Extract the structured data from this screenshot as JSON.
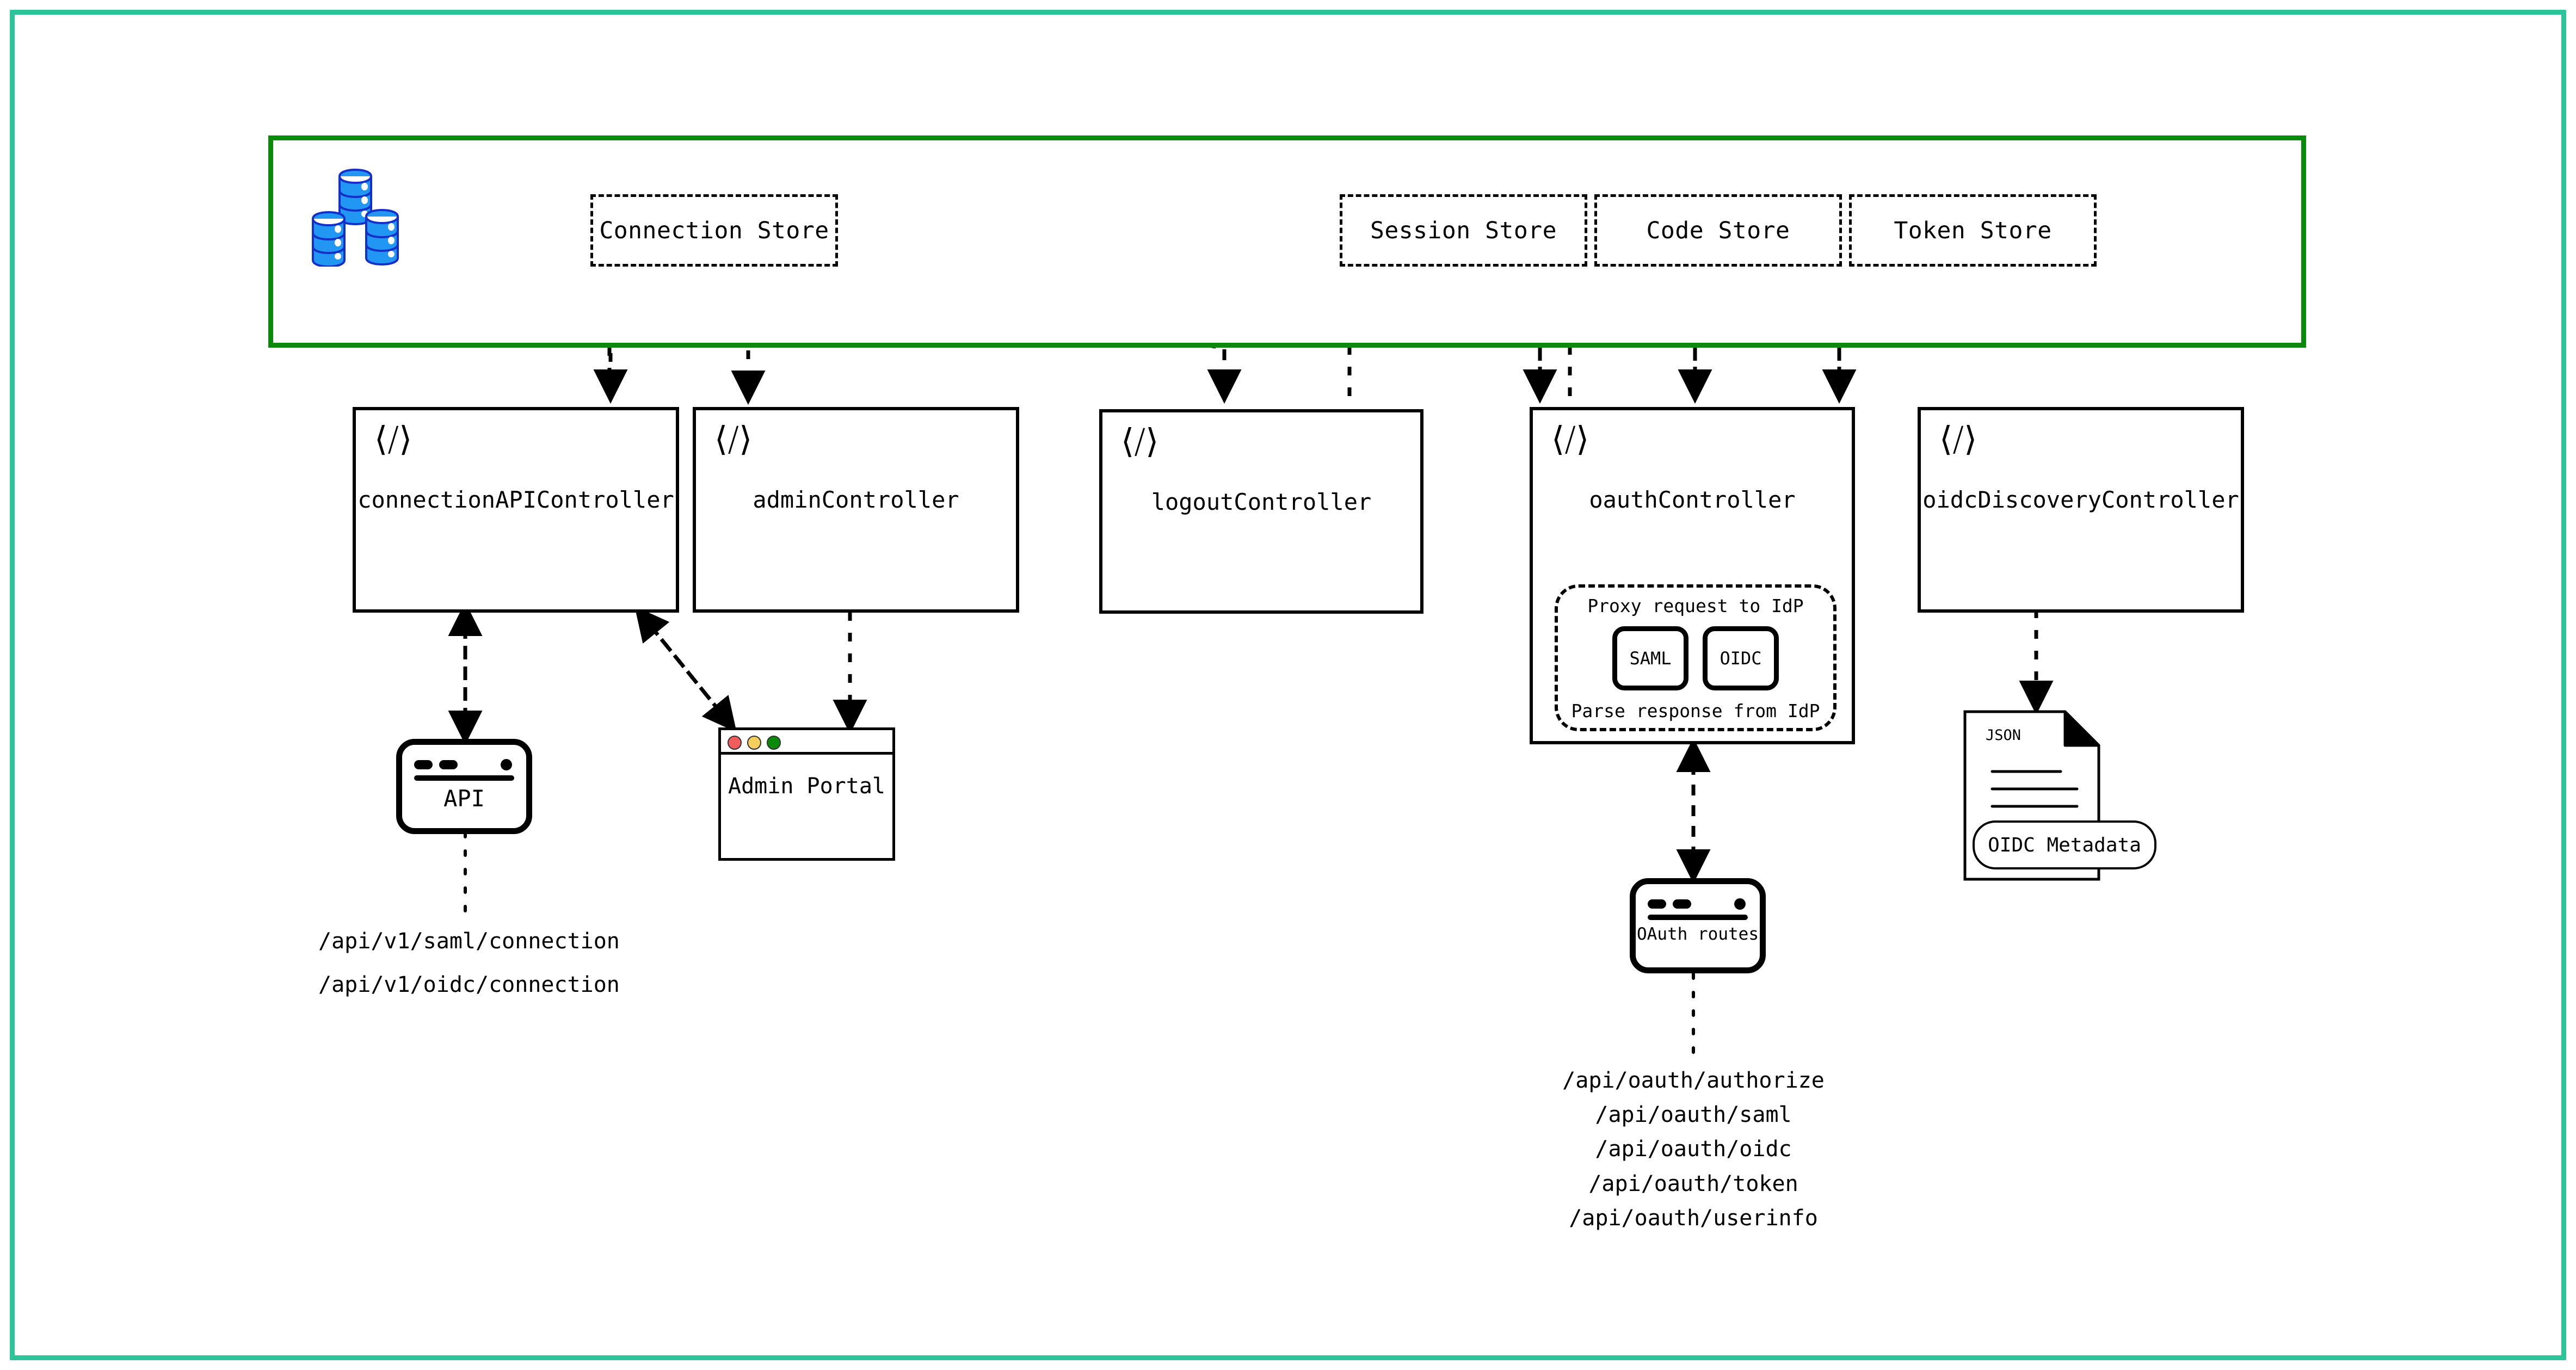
{
  "frame": {
    "border_color": "#2ec49a"
  },
  "store_container": {
    "border_color": "#0a8a0a",
    "db_icon": "database-stack-icon",
    "stores": [
      {
        "label": "Connection Store"
      },
      {
        "label": "Session Store"
      },
      {
        "label": "Code Store"
      },
      {
        "label": "Token Store"
      }
    ]
  },
  "controllers": [
    {
      "icon": "code-icon",
      "label": "connectionAPIController"
    },
    {
      "icon": "code-icon",
      "label": "adminController"
    },
    {
      "icon": "code-icon",
      "label": "logoutController"
    },
    {
      "icon": "code-icon",
      "label": "oauthController"
    },
    {
      "icon": "code-icon",
      "label": "oidcDiscoveryController"
    }
  ],
  "proxy_block": {
    "top_text": "Proxy request to IdP",
    "bottom_text": "Parse response from IdP",
    "chips": [
      {
        "label": "SAML"
      },
      {
        "label": "OIDC"
      }
    ]
  },
  "api_node": {
    "title": "API",
    "urls": [
      "/api/v1/saml/connection",
      "/api/v1/oidc/connection"
    ]
  },
  "admin_portal": {
    "title": "Admin Portal",
    "traffic_lights": [
      "#f25c5c",
      "#f4cf5e",
      "#0a8a0a"
    ]
  },
  "oauth_routes_node": {
    "title": "OAuth routes",
    "routes": [
      "/api/oauth/authorize",
      "/api/oauth/saml",
      "/api/oauth/oidc",
      "/api/oauth/token",
      "/api/oauth/userinfo"
    ]
  },
  "oidc_metadata_node": {
    "doc_type": "JSON",
    "label": "OIDC Metadata"
  }
}
